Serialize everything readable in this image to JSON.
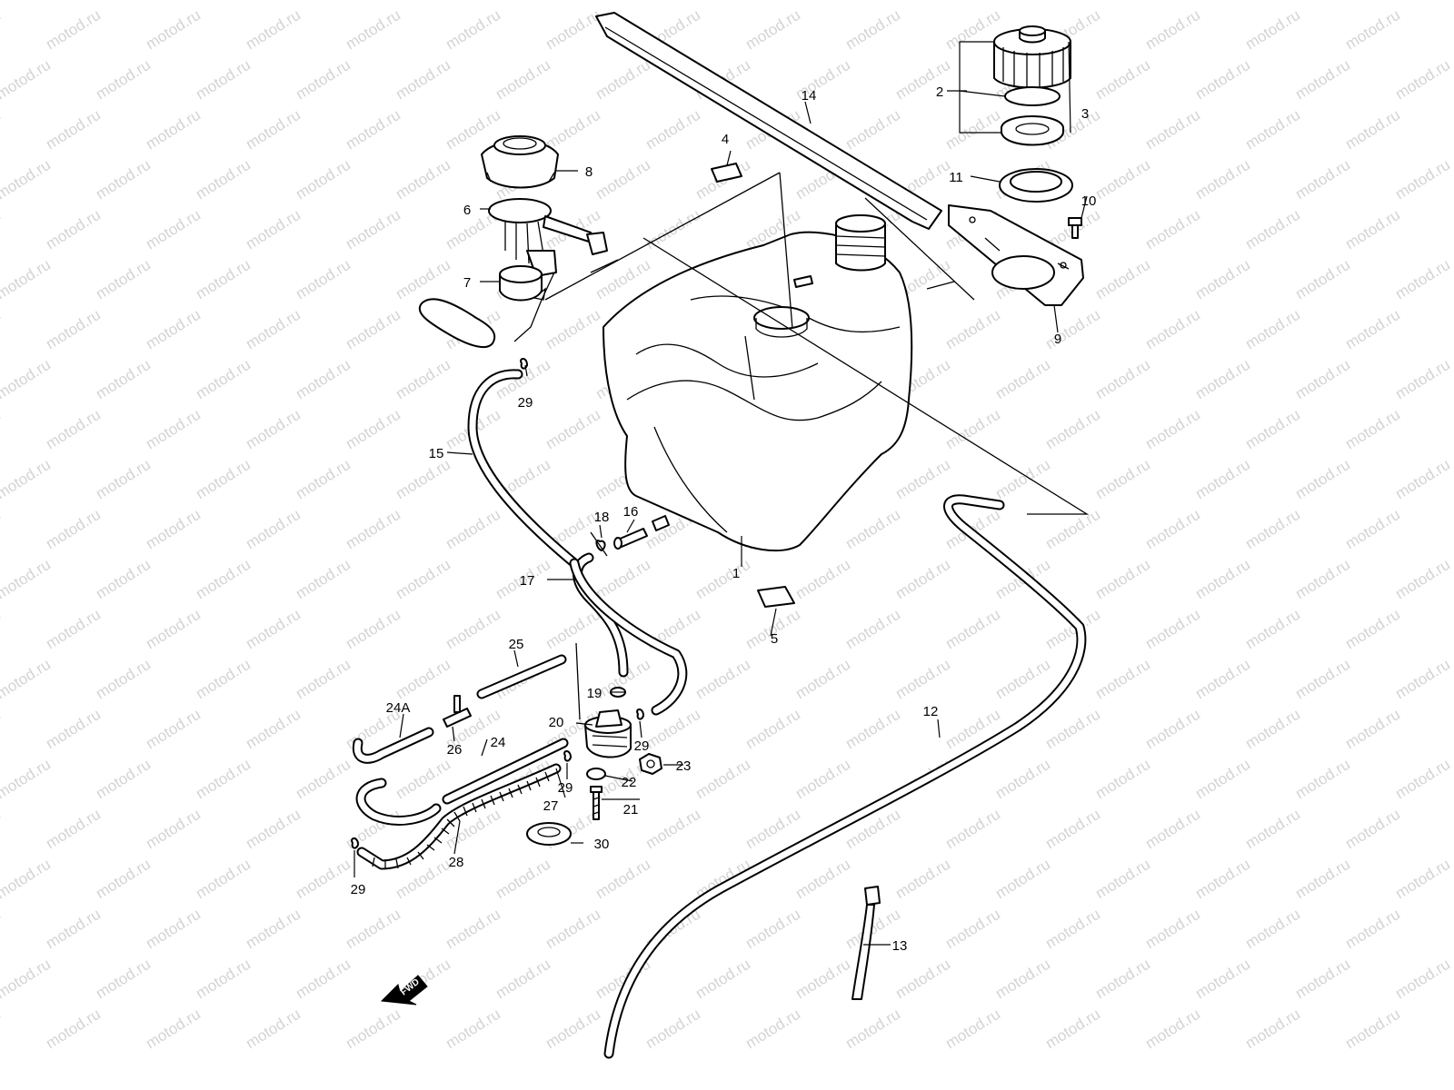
{
  "watermark": {
    "text": "motod.ru",
    "color": "#d4d4d4"
  },
  "fwd_indicator": {
    "label": "FWD",
    "icon": "fwd-arrow-icon"
  },
  "callouts": [
    "1",
    "2",
    "3",
    "4",
    "5",
    "6",
    "7",
    "8",
    "9",
    "10",
    "11",
    "12",
    "13",
    "14",
    "15",
    "16",
    "17",
    "18",
    "19",
    "20",
    "21",
    "22",
    "23",
    "24",
    "24A",
    "25",
    "26",
    "27",
    "28",
    "29",
    "29",
    "29",
    "29",
    "30"
  ]
}
